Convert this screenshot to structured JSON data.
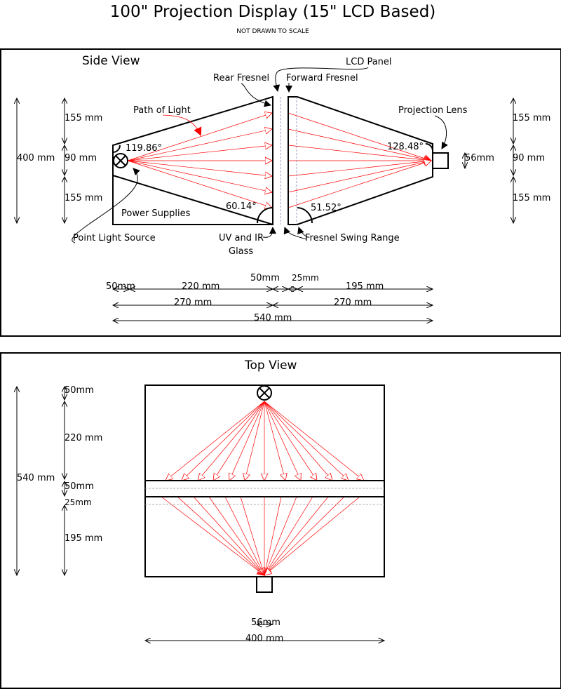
{
  "title": "100\" Projection Display (15\" LCD Based)",
  "subtitle": "NOT DRAWN TO SCALE",
  "side_view": {
    "heading": "Side View",
    "labels": {
      "lcd_panel": "LCD Panel",
      "rear_fresnel": "Rear Fresnel",
      "forward_fresnel": "Forward Fresnel",
      "path_of_light": "Path of Light",
      "projection_lens": "Projection Lens",
      "power_supplies": "Power Supplies",
      "point_light_source": "Point Light Source",
      "uv_ir_glass_1": "UV and IR",
      "uv_ir_glass_2": "Glass",
      "fresnel_swing_range": "Fresnel Swing Range"
    },
    "angles": {
      "a1": "119.86°",
      "a2": "128.48°",
      "a3": "60.14°",
      "a4": "51.52°"
    },
    "dims": {
      "left_total": "400 mm",
      "left_top": "155 mm",
      "left_mid": "90 mm",
      "left_bot": "155 mm",
      "right_top": "155 mm",
      "right_mid": "90 mm",
      "right_bot": "155 mm",
      "lens": "56mm",
      "h_50": "50mm",
      "h_220": "220 mm",
      "h_50b": "50mm",
      "h_25": "25mm",
      "h_195": "195 mm",
      "h_270a": "270 mm",
      "h_270b": "270 mm",
      "h_540": "540 mm"
    }
  },
  "top_view": {
    "heading": "Top View",
    "dims": {
      "total": "540 mm",
      "d50": "50mm",
      "d220": "220 mm",
      "d50b": "50mm",
      "d25": "25mm",
      "d195": "195 mm",
      "lens": "56mm",
      "width": "400 mm"
    }
  },
  "colors": {
    "light_path": "#ff0000",
    "outline": "#000000",
    "fresnel_dash": "#7777aa"
  }
}
